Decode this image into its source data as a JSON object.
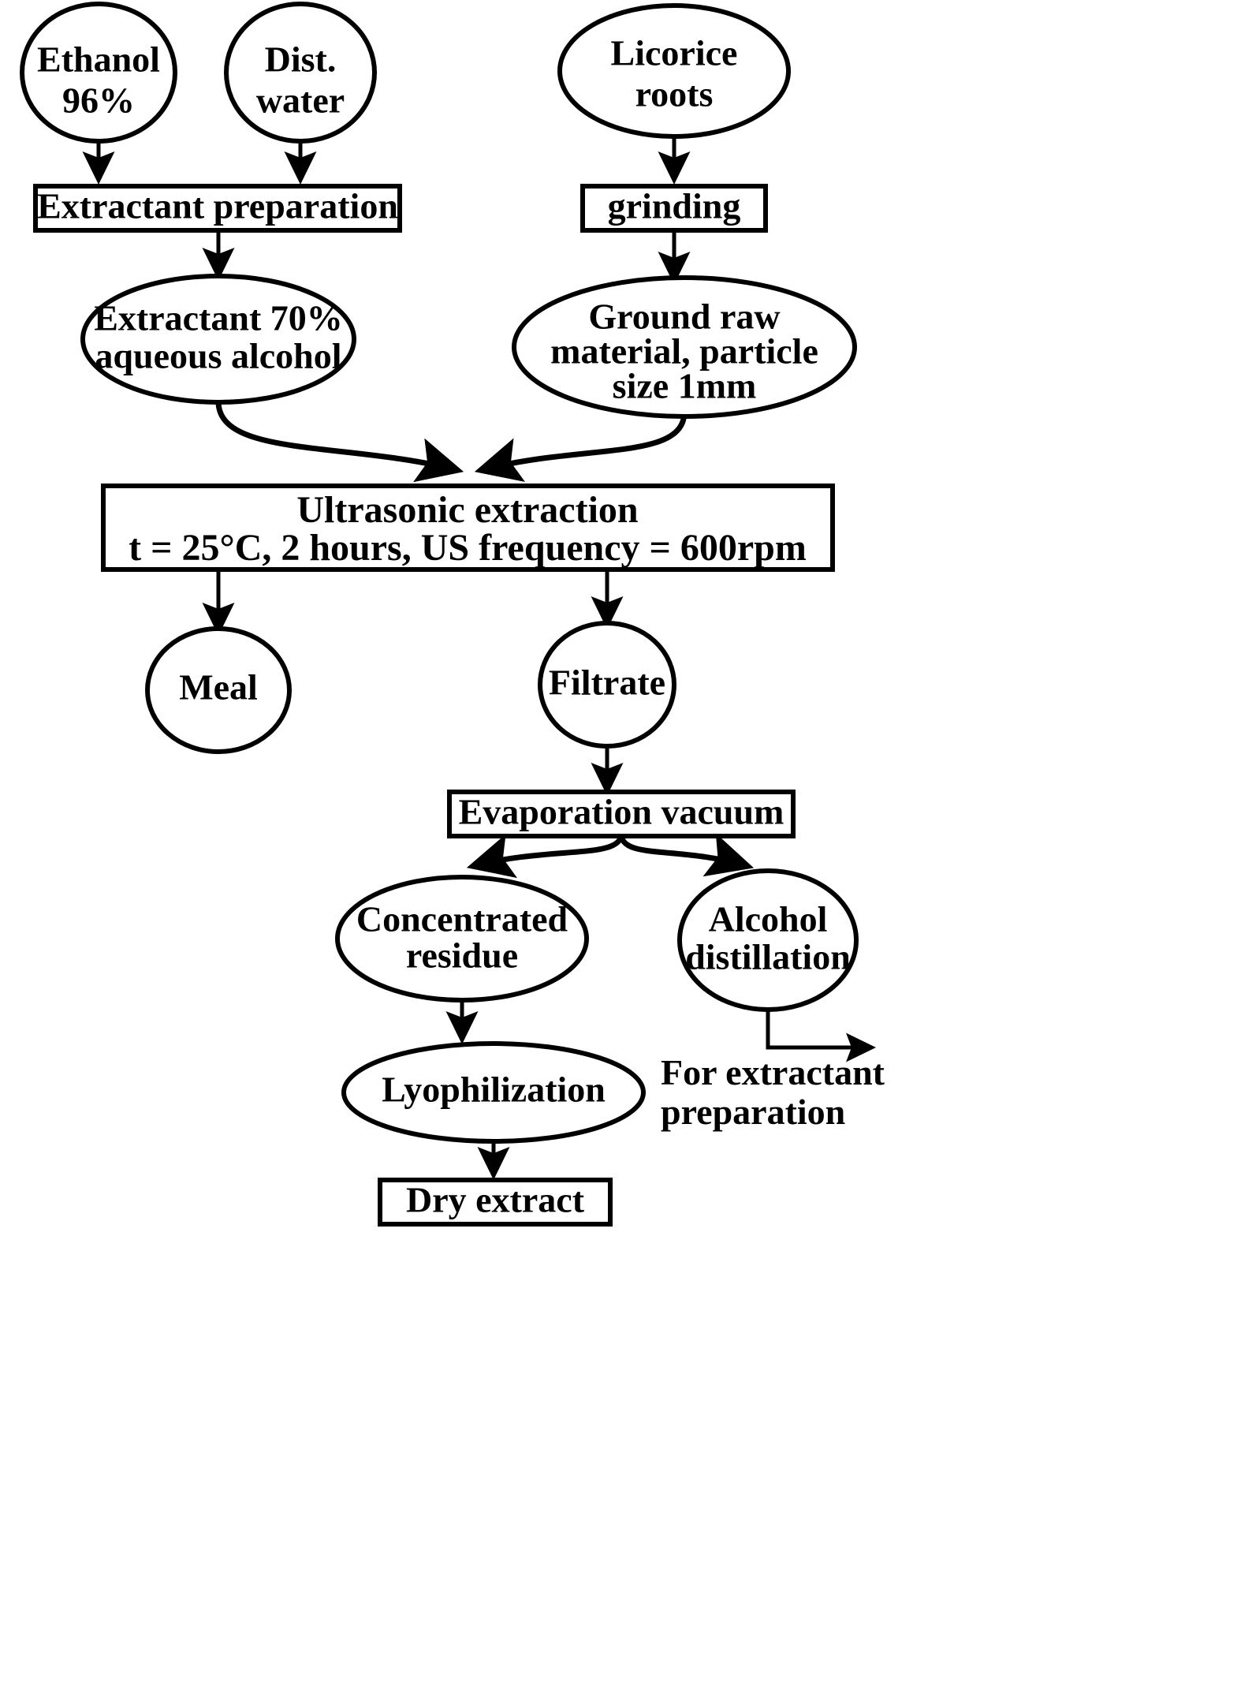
{
  "diagram": {
    "title": "Licorice root ultrasonic extraction process flowchart",
    "colors": {
      "stroke": "#000000",
      "fill": "#ffffff",
      "text": "#000000"
    },
    "nodes": {
      "ethanol": {
        "shape": "ellipse",
        "line1": "Ethanol",
        "line2": "96%"
      },
      "dist_water": {
        "shape": "ellipse",
        "line1": "Dist.",
        "line2": "water"
      },
      "licorice_roots": {
        "shape": "ellipse",
        "line1": "Licorice",
        "line2": "roots"
      },
      "extractant_preparation": {
        "shape": "rect",
        "line1": "Extractant preparation"
      },
      "grinding": {
        "shape": "rect",
        "line1": "grinding"
      },
      "extractant_70": {
        "shape": "ellipse",
        "line1": "Extractant 70%",
        "line2": "aqueous alcohol"
      },
      "ground_raw_material": {
        "shape": "ellipse",
        "line1": "Ground raw",
        "line2": "material, particle",
        "line3": "size 1mm"
      },
      "ultrasonic_extraction": {
        "shape": "rect",
        "line1": "Ultrasonic extraction",
        "line2": "t = 25°C, 2 hours, US frequency = 600rpm"
      },
      "meal": {
        "shape": "ellipse",
        "line1": "Meal"
      },
      "filtrate": {
        "shape": "ellipse",
        "line1": "Filtrate"
      },
      "evaporation_vacuum": {
        "shape": "rect",
        "line1": "Evaporation vacuum"
      },
      "concentrated_residue": {
        "shape": "ellipse",
        "line1": "Concentrated",
        "line2": "residue"
      },
      "alcohol_distillation": {
        "shape": "ellipse",
        "line1": "Alcohol",
        "line2": "distillation"
      },
      "lyophilization": {
        "shape": "ellipse",
        "line1": "Lyophilization"
      },
      "dry_extract": {
        "shape": "rect",
        "line1": "Dry extract"
      }
    },
    "labels": {
      "for_extractant_preparation": {
        "line1": "For extractant",
        "line2": "preparation"
      }
    },
    "edges": [
      {
        "from": "ethanol",
        "to": "extractant_preparation"
      },
      {
        "from": "dist_water",
        "to": "extractant_preparation"
      },
      {
        "from": "licorice_roots",
        "to": "grinding"
      },
      {
        "from": "extractant_preparation",
        "to": "extractant_70"
      },
      {
        "from": "grinding",
        "to": "ground_raw_material"
      },
      {
        "from": "extractant_70",
        "to": "ultrasonic_extraction"
      },
      {
        "from": "ground_raw_material",
        "to": "ultrasonic_extraction"
      },
      {
        "from": "ultrasonic_extraction",
        "to": "meal"
      },
      {
        "from": "ultrasonic_extraction",
        "to": "filtrate"
      },
      {
        "from": "filtrate",
        "to": "evaporation_vacuum"
      },
      {
        "from": "evaporation_vacuum",
        "to": "concentrated_residue"
      },
      {
        "from": "evaporation_vacuum",
        "to": "alcohol_distillation"
      },
      {
        "from": "concentrated_residue",
        "to": "lyophilization"
      },
      {
        "from": "lyophilization",
        "to": "dry_extract"
      },
      {
        "from": "alcohol_distillation",
        "to": "for_extractant_preparation"
      }
    ]
  }
}
